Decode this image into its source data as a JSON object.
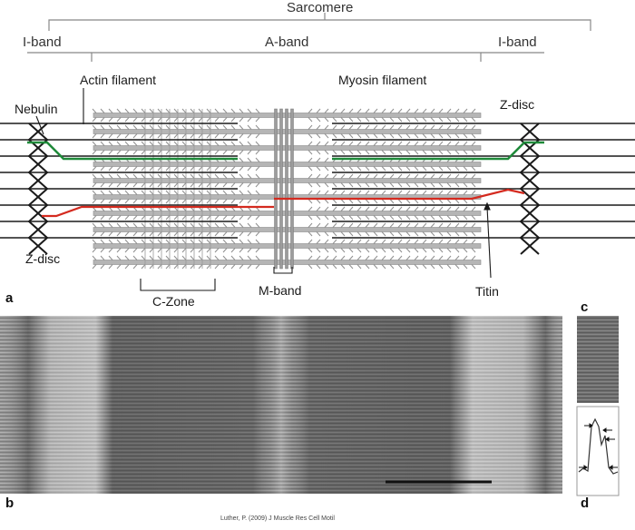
{
  "header": {
    "sarcomere": "Sarcomere",
    "i_band_left": "I-band",
    "a_band": "A-band",
    "i_band_right": "I-band"
  },
  "labels": {
    "actin": "Actin filament",
    "myosin": "Myosin filament",
    "nebulin": "Nebulin",
    "z_disc_right": "Z-disc",
    "z_disc_left": "Z-disc",
    "c_zone": "C-Zone",
    "m_band": "M-band",
    "titin": "Titin"
  },
  "panels": {
    "a": "a",
    "b": "b",
    "c": "c",
    "d": "d"
  },
  "citation": "Luther, P. (2009) J Muscle Res Cell Motil",
  "colors": {
    "nebulin": "#1f8a3a",
    "titin": "#d42a1f",
    "filament": "#1a1a1a",
    "myosin": "#9a9a9a",
    "bracket": "#888888"
  }
}
